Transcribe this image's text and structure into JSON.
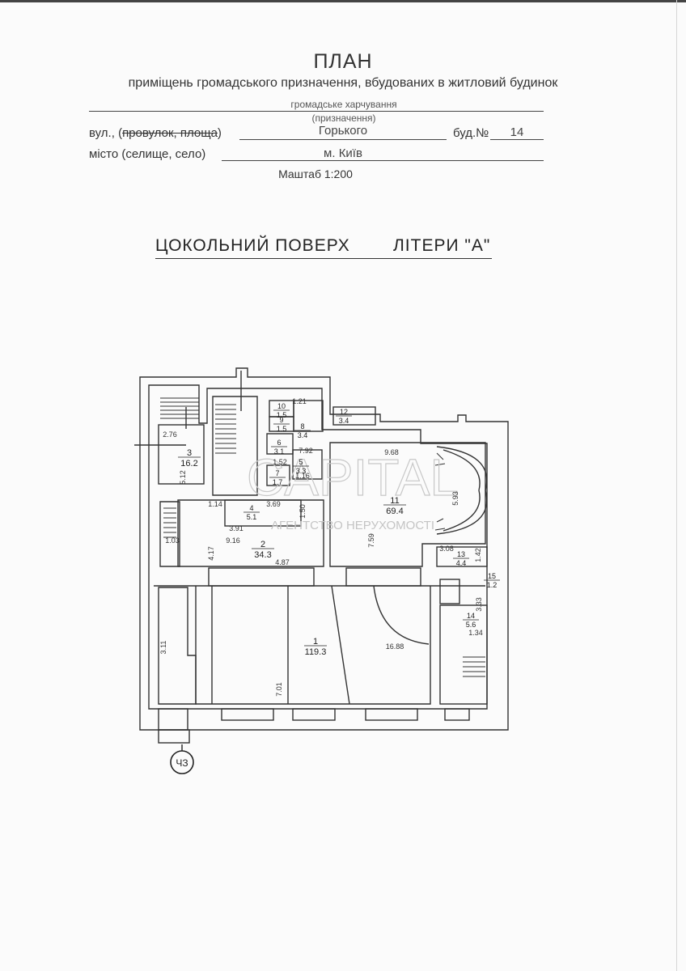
{
  "header": {
    "title": "ПЛАН",
    "subtitle": "приміщень громадського призначення, вбудованих в житловий будинок",
    "purpose_value": "громадське харчування",
    "purpose_caption": "(призначення)",
    "street_label_prefix": "вул., (",
    "street_label_struck": "провулок, площа",
    "street_label_suffix": ")",
    "street_value": "Горького",
    "building_label": "буд.№",
    "building_value": "14",
    "city_label": "місто (селище, село)",
    "city_value": "м. Київ",
    "scale": "Маштаб 1:200"
  },
  "floor_heading": {
    "floor": "ЦОКОЛЬНИЙ  ПОВЕРХ",
    "letter": "ЛІТЕРИ \"А\""
  },
  "watermark": {
    "text": "CAPITAL",
    "subtext": "АГЕНТСТВО НЕРУХОМОСТІ"
  },
  "rooms": [
    {
      "id": "room-1",
      "number": "1",
      "area": "119.3"
    },
    {
      "id": "room-2",
      "number": "2",
      "area": "34.3"
    },
    {
      "id": "room-3",
      "number": "3",
      "area": "16.2"
    },
    {
      "id": "room-4",
      "number": "4",
      "area": "5.1"
    },
    {
      "id": "room-5",
      "number": "5",
      "area": "3.3"
    },
    {
      "id": "room-6",
      "number": "6",
      "area": "3.1"
    },
    {
      "id": "room-7",
      "number": "7",
      "area": "1.7"
    },
    {
      "id": "room-8",
      "number": "8",
      "area": "3.4"
    },
    {
      "id": "room-9",
      "number": "9",
      "area": "1.5"
    },
    {
      "id": "room-10",
      "number": "10",
      "area": "1.5"
    },
    {
      "id": "room-11",
      "number": "11",
      "area": "69.4"
    },
    {
      "id": "room-12",
      "number": "12",
      "area": "3.4"
    },
    {
      "id": "room-13",
      "number": "13",
      "area": "4.4"
    },
    {
      "id": "room-14",
      "number": "14",
      "area": "5.6"
    },
    {
      "id": "room-15",
      "number": "15",
      "area": "1.2"
    }
  ],
  "dimensions": [
    "2.76",
    "5.12",
    "1.14",
    "3.69",
    "3.91",
    "1.50",
    "1.21",
    "7.92",
    "1.52",
    "1.16",
    "9.68",
    "5.93",
    "7.59",
    "9.16",
    "4.17",
    "1.03",
    "4.87",
    "3.08",
    "1.42",
    "3.33",
    "1.34",
    "3.11",
    "7.01",
    "16.88"
  ],
  "stamp_text": "ЧЗ"
}
